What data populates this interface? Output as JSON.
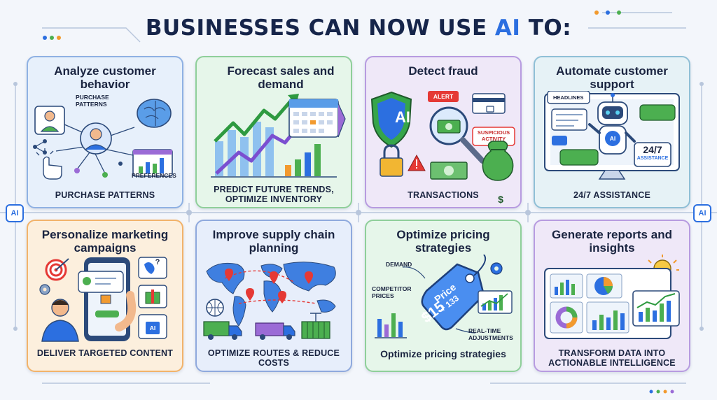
{
  "title": {
    "prefix": "BUSINESSES CAN NOW USE ",
    "highlight": "AI",
    "suffix": " TO:"
  },
  "colors": {
    "accent": "#2c6fe0",
    "navy": "#16254a",
    "green": "#4caf50",
    "orange": "#f29a2e",
    "purple": "#9b6bd6"
  },
  "side_badges": {
    "left": "AI",
    "right": "AI"
  },
  "cards": [
    {
      "title": "Analyze customer behavior",
      "footer": "PURCHASE PATTERNS",
      "labels": {
        "patterns": "PURCHASE PATTERNS",
        "preferences": "PREFERENCES"
      },
      "icons": [
        "user-profile-icon",
        "brain-icon",
        "bar-chart-icon",
        "click-hand-icon",
        "network-icon"
      ]
    },
    {
      "title": "Forecast sales and demand",
      "footer": "PREDICT FUTURE TRENDS, OPTIMIZE INVENTORY",
      "icons": [
        "trend-arrow-icon",
        "calendar-icon",
        "bar-chart-icon"
      ]
    },
    {
      "title": "Detect fraud",
      "footer": "TRANSACTIONS",
      "labels": {
        "shield": "AI",
        "alert": "ALERT",
        "suspicious": "SUSPICIOUS ACTIVITY"
      },
      "icons": [
        "shield-icon",
        "magnifier-icon",
        "credit-card-icon",
        "padlock-icon",
        "warning-icon",
        "money-bag-icon"
      ]
    },
    {
      "title": "Automate customer support",
      "footer": "24/7 ASSISTANCE",
      "labels": {
        "headlines": "HEADLINES",
        "bot": "AI",
        "hours": "24/7",
        "assistance": "ASSISTANCE"
      },
      "icons": [
        "monitor-icon",
        "robot-icon",
        "chat-bubble-icon"
      ]
    },
    {
      "title": "Personalize marketing campaigns",
      "footer": "DELIVER TARGETED CONTENT",
      "labels": {
        "question": "?",
        "phone_tag": "AI"
      },
      "icons": [
        "target-icon",
        "smartphone-icon",
        "gift-icon",
        "shopping-bag-icon",
        "person-icon"
      ]
    },
    {
      "title": "Improve supply chain planning",
      "footer": "OPTIMIZE ROUTES & REDUCE COSTS",
      "icons": [
        "world-map-icon",
        "globe-icon",
        "truck-icon",
        "container-icon",
        "location-pin-icon"
      ]
    },
    {
      "title": "Optimize pricing strategies",
      "footer": "Optimize pricing strategies",
      "labels": {
        "demand": "DEMAND",
        "competitor": "COMPETITOR PRICES",
        "tag_top": "Price",
        "tag_mid": "+ 133",
        "tag_price": "$15",
        "realtime": "REAL-TIME ADJUSTMENTS"
      },
      "icons": [
        "price-tag-icon",
        "gear-icon",
        "bar-chart-icon"
      ]
    },
    {
      "title": "Generate reports and insights",
      "footer": "TRANSFORM DATA INTO ACTIONABLE INTELLIGENCE",
      "icons": [
        "lightbulb-icon",
        "dashboard-icon",
        "pie-chart-icon",
        "line-chart-icon"
      ]
    }
  ]
}
